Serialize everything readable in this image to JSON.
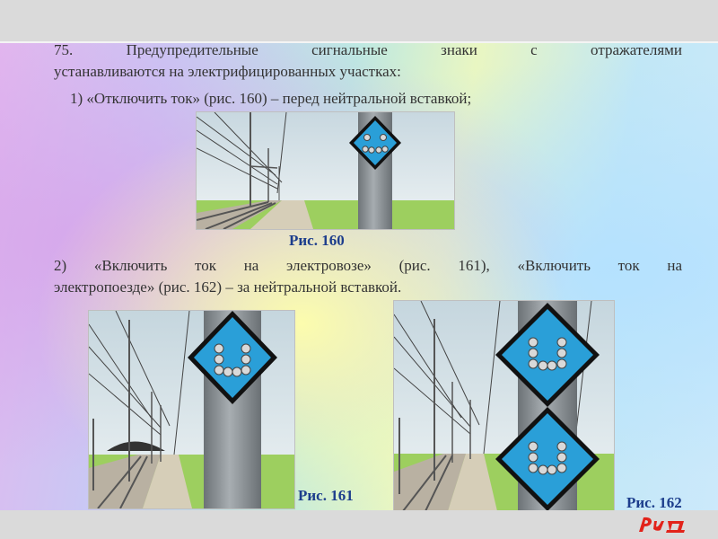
{
  "slide": {
    "paragraph_1_line_1": "75.   Предупредительные   сигнальные   знаки   с   отражателями",
    "paragraph_1_line_2": "устанавливаются на электрифицированных участках:",
    "paragraph_2": "1) «Отключить ток» (рис. 160) – перед нейтральной вставкой;",
    "paragraph_3_line_1": "2)  «Включить  ток  на  электровозе»  (рис.  161),  «Включить  ток  на",
    "paragraph_3_line_2": "электропоезде» (рис. 162) – за нейтральной вставкой."
  },
  "figures": [
    {
      "caption": "Рис. 160"
    },
    {
      "caption": "Рис. 161"
    },
    {
      "caption": "Рис. 162"
    }
  ],
  "logo": {
    "text": "РЖД"
  },
  "colors": {
    "sign_blue": "#2a9fd8",
    "caption_blue": "#1c3d8c",
    "logo_red": "#e2231a",
    "grass_green": "#9dcf5f"
  }
}
